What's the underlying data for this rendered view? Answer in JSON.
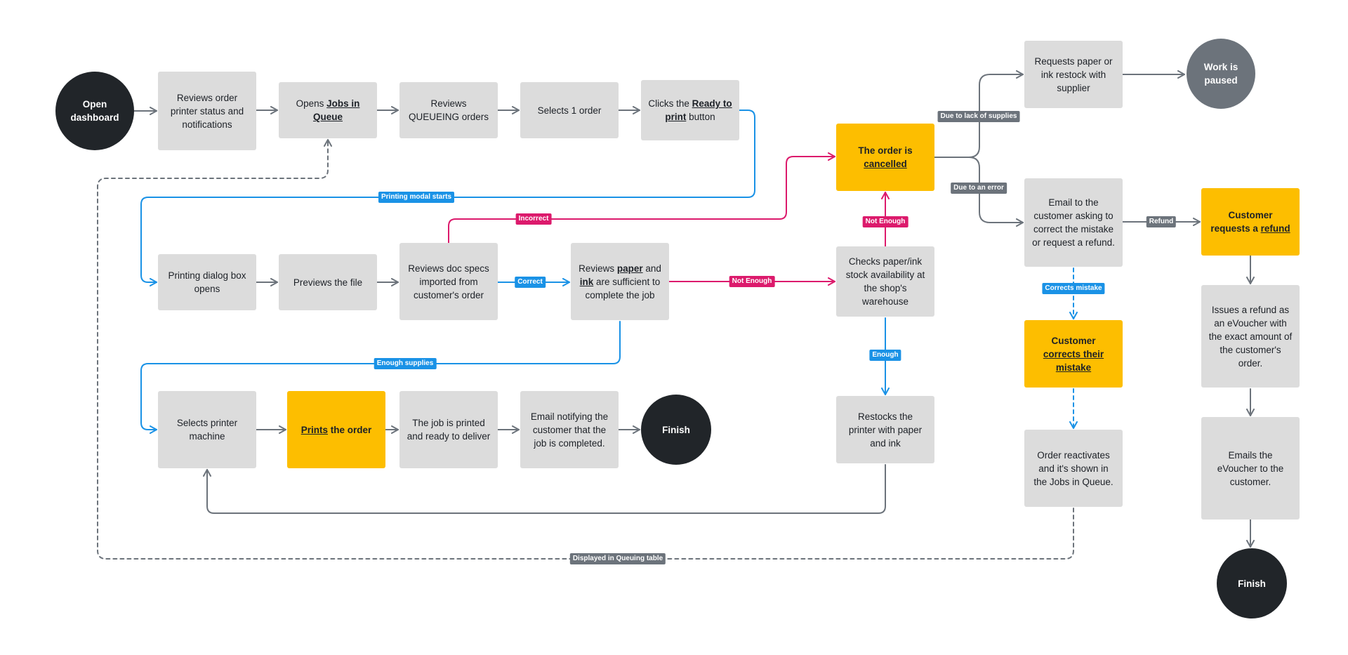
{
  "colors": {
    "box": "#dcdcdc",
    "highlight": "#fdbe00",
    "terminal": "#212529",
    "paused": "#6c737b",
    "arrow": "#6c737b",
    "flow_blue": "#1a92e6",
    "flow_pink": "#dc1a6c"
  },
  "nodes": [
    {
      "id": "open",
      "style": "circle-dark",
      "parts": [
        {
          "t": "Open dashboard"
        }
      ]
    },
    {
      "id": "reviews_status",
      "style": "box",
      "parts": [
        {
          "t": "Reviews order printer status and notifications"
        }
      ]
    },
    {
      "id": "opens_jobs",
      "style": "box",
      "parts": [
        {
          "t": "Opens "
        },
        {
          "t": "Jobs in Queue",
          "u": true
        }
      ]
    },
    {
      "id": "reviews_queueing",
      "style": "box",
      "parts": [
        {
          "t": "Reviews QUEUEING orders"
        }
      ]
    },
    {
      "id": "selects_order",
      "style": "box",
      "parts": [
        {
          "t": "Selects 1 order"
        }
      ]
    },
    {
      "id": "clicks_ready",
      "style": "box",
      "parts": [
        {
          "t": "Clicks the "
        },
        {
          "t": "Ready to print",
          "u": true
        },
        {
          "t": " button"
        }
      ]
    },
    {
      "id": "printing_dialog",
      "style": "box",
      "parts": [
        {
          "t": "Printing dialog box opens"
        }
      ]
    },
    {
      "id": "previews",
      "style": "box",
      "parts": [
        {
          "t": "Previews the file"
        }
      ]
    },
    {
      "id": "reviews_doc",
      "style": "box",
      "parts": [
        {
          "t": "Reviews doc specs imported from customer's order"
        }
      ]
    },
    {
      "id": "reviews_paper",
      "style": "box",
      "parts": [
        {
          "t": "Reviews "
        },
        {
          "t": "paper",
          "u": true
        },
        {
          "t": " and "
        },
        {
          "t": "ink",
          "u": true
        },
        {
          "t": " are sufficient to complete the job"
        }
      ]
    },
    {
      "id": "checks_stock",
      "style": "box",
      "parts": [
        {
          "t": "Checks paper/ink stock availability at the shop's warehouse"
        }
      ]
    },
    {
      "id": "cancelled",
      "style": "yellow",
      "parts": [
        {
          "t": "The order is "
        },
        {
          "t": "cancelled",
          "u": true
        }
      ]
    },
    {
      "id": "selects_printer",
      "style": "box",
      "parts": [
        {
          "t": "Selects printer machine"
        }
      ]
    },
    {
      "id": "prints",
      "style": "yellow",
      "parts": [
        {
          "t": "Prints",
          "u": true
        },
        {
          "t": " the order"
        }
      ]
    },
    {
      "id": "job_printed",
      "style": "box",
      "parts": [
        {
          "t": "The job is printed and ready to deliver"
        }
      ]
    },
    {
      "id": "email_notify",
      "style": "box",
      "parts": [
        {
          "t": "Email notifying the customer that the job is completed."
        }
      ]
    },
    {
      "id": "finish1",
      "style": "circle-dark",
      "parts": [
        {
          "t": "Finish"
        }
      ]
    },
    {
      "id": "restocks",
      "style": "box",
      "parts": [
        {
          "t": "Restocks the printer with paper and ink"
        }
      ]
    },
    {
      "id": "requests_restock",
      "style": "box",
      "parts": [
        {
          "t": "Requests paper or ink restock with supplier"
        }
      ]
    },
    {
      "id": "paused",
      "style": "circle-gray",
      "parts": [
        {
          "t": "Work is paused"
        }
      ]
    },
    {
      "id": "email_customer",
      "style": "box",
      "parts": [
        {
          "t": "Email to the customer asking to correct the mistake or request a refund."
        }
      ]
    },
    {
      "id": "customer_corrects",
      "style": "yellow",
      "parts": [
        {
          "t": "Customer "
        },
        {
          "t": "corrects their mistake",
          "u": true
        }
      ]
    },
    {
      "id": "order_reactivates",
      "style": "box",
      "parts": [
        {
          "t": "Order reactivates and it's shown in the Jobs in Queue."
        }
      ]
    },
    {
      "id": "customer_refund",
      "style": "yellow",
      "parts": [
        {
          "t": "Customer requests a "
        },
        {
          "t": "refund",
          "u": true
        }
      ]
    },
    {
      "id": "issues_refund",
      "style": "box",
      "parts": [
        {
          "t": "Issues a refund as an eVoucher with the exact amount of the customer's order."
        }
      ]
    },
    {
      "id": "emails_voucher",
      "style": "box",
      "parts": [
        {
          "t": "Emails the eVoucher to the customer."
        }
      ]
    },
    {
      "id": "finish2",
      "style": "circle-dark",
      "parts": [
        {
          "t": "Finish"
        }
      ]
    }
  ],
  "connectors": [
    {
      "from": "open",
      "to": "reviews_status",
      "color": "gray"
    },
    {
      "from": "reviews_status",
      "to": "opens_jobs",
      "color": "gray"
    },
    {
      "from": "opens_jobs",
      "to": "reviews_queueing",
      "color": "gray"
    },
    {
      "from": "reviews_queueing",
      "to": "selects_order",
      "color": "gray"
    },
    {
      "from": "selects_order",
      "to": "clicks_ready",
      "color": "gray"
    },
    {
      "from": "clicks_ready",
      "to": "printing_dialog",
      "color": "blue",
      "label": "Printing modal starts"
    },
    {
      "from": "printing_dialog",
      "to": "previews",
      "color": "gray"
    },
    {
      "from": "previews",
      "to": "reviews_doc",
      "color": "gray"
    },
    {
      "from": "reviews_doc",
      "to": "reviews_paper",
      "color": "blue",
      "label": "Correct"
    },
    {
      "from": "reviews_doc",
      "to": "cancelled",
      "color": "pink",
      "label": "Incorrect"
    },
    {
      "from": "reviews_paper",
      "to": "checks_stock",
      "color": "pink",
      "label": "Not Enough"
    },
    {
      "from": "checks_stock",
      "to": "cancelled",
      "color": "pink",
      "label": "Not Enough"
    },
    {
      "from": "checks_stock",
      "to": "restocks",
      "color": "blue",
      "label": "Enough"
    },
    {
      "from": "reviews_paper",
      "to": "selects_printer",
      "color": "blue",
      "label": "Enough supplies"
    },
    {
      "from": "selects_printer",
      "to": "prints",
      "color": "gray"
    },
    {
      "from": "prints",
      "to": "job_printed",
      "color": "gray"
    },
    {
      "from": "job_printed",
      "to": "email_notify",
      "color": "gray"
    },
    {
      "from": "email_notify",
      "to": "finish1",
      "color": "gray"
    },
    {
      "from": "restocks",
      "to": "selects_printer",
      "color": "gray"
    },
    {
      "from": "cancelled",
      "to": "requests_restock",
      "color": "gray",
      "label": "Due to lack of supplies"
    },
    {
      "from": "cancelled",
      "to": "email_customer",
      "color": "gray",
      "label": "Due to an error"
    },
    {
      "from": "requests_restock",
      "to": "paused",
      "color": "gray"
    },
    {
      "from": "email_customer",
      "to": "customer_refund",
      "color": "gray",
      "label": "Refund"
    },
    {
      "from": "email_customer",
      "to": "customer_corrects",
      "color": "blue",
      "label": "Corrects mistake",
      "dashed": true
    },
    {
      "from": "customer_corrects",
      "to": "order_reactivates",
      "color": "blue",
      "dashed": true
    },
    {
      "from": "order_reactivates",
      "to": "opens_jobs",
      "color": "gray",
      "label": "Displayed in Queuing table",
      "dashed": true
    },
    {
      "from": "customer_refund",
      "to": "issues_refund",
      "color": "gray"
    },
    {
      "from": "issues_refund",
      "to": "emails_voucher",
      "color": "gray"
    },
    {
      "from": "emails_voucher",
      "to": "finish2",
      "color": "gray"
    }
  ]
}
